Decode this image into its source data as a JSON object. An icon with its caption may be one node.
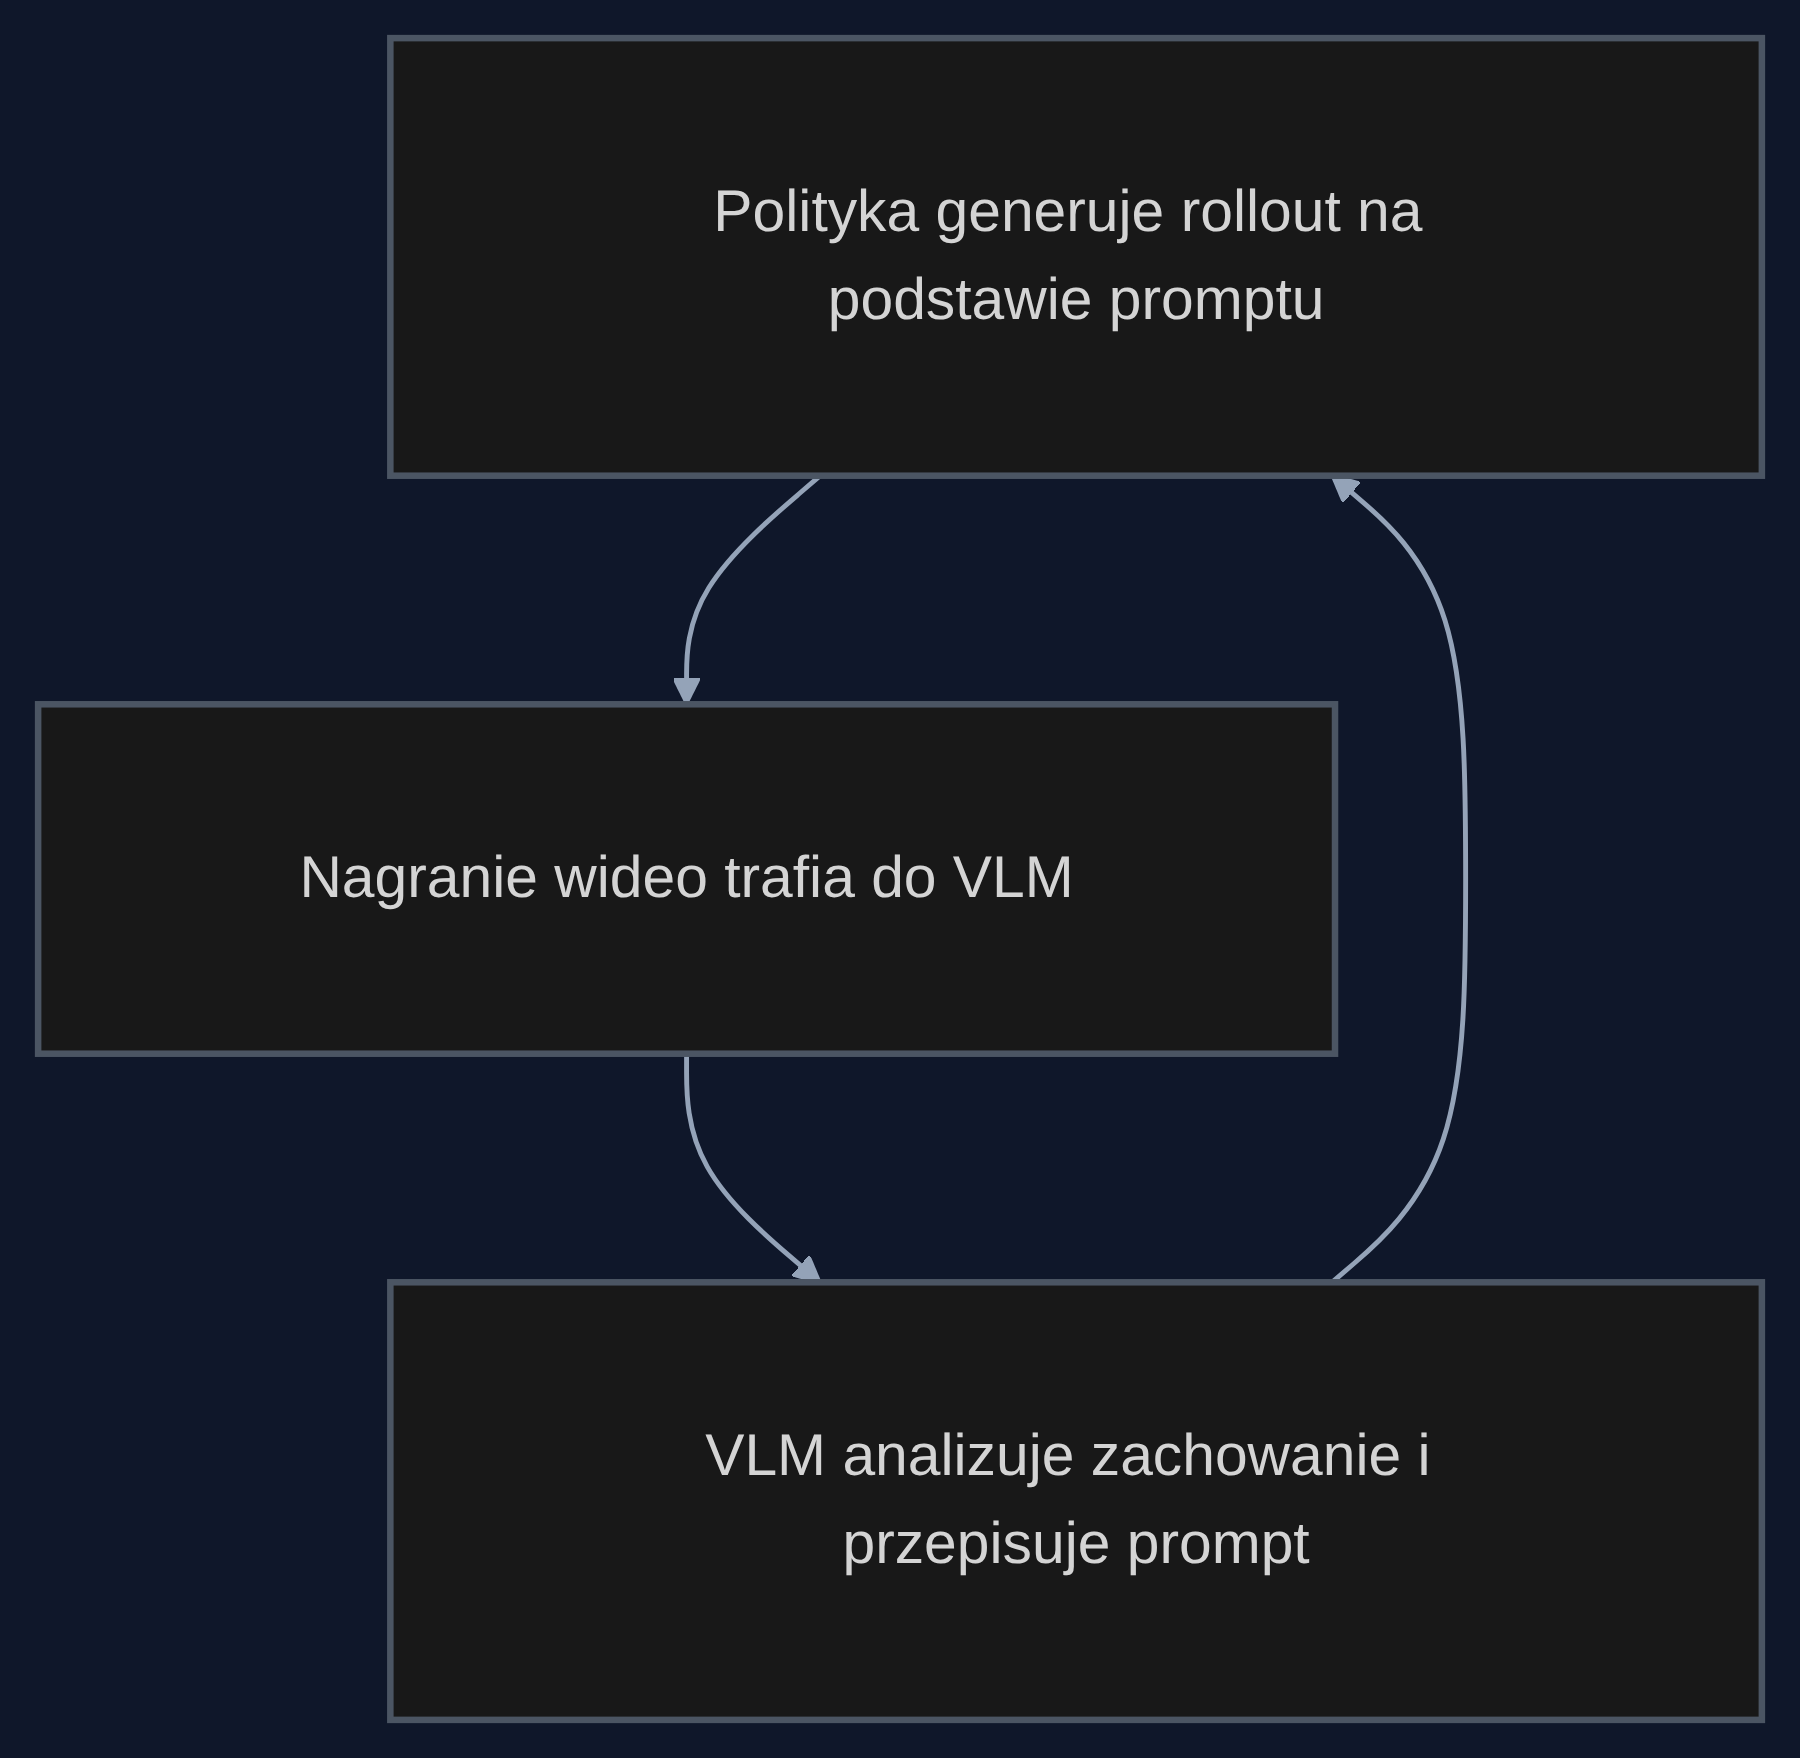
{
  "diagram": {
    "nodes": [
      {
        "text": [
          "Polityka generuje rollout na podstawie promptu"
        ]
      },
      {
        "text": [
          "Nagranie wideo trafia do VLM"
        ]
      },
      {
        "text": [
          "VLM analizuje zachowanie i przepisuje prompt"
        ]
      }
    ],
    "edges": [
      {
        "from": 0,
        "to": 1,
        "arrow": "to"
      },
      {
        "from": 1,
        "to": 2,
        "arrow": "to"
      },
      {
        "from": 2,
        "to": 0,
        "arrow": "to"
      }
    ]
  }
}
